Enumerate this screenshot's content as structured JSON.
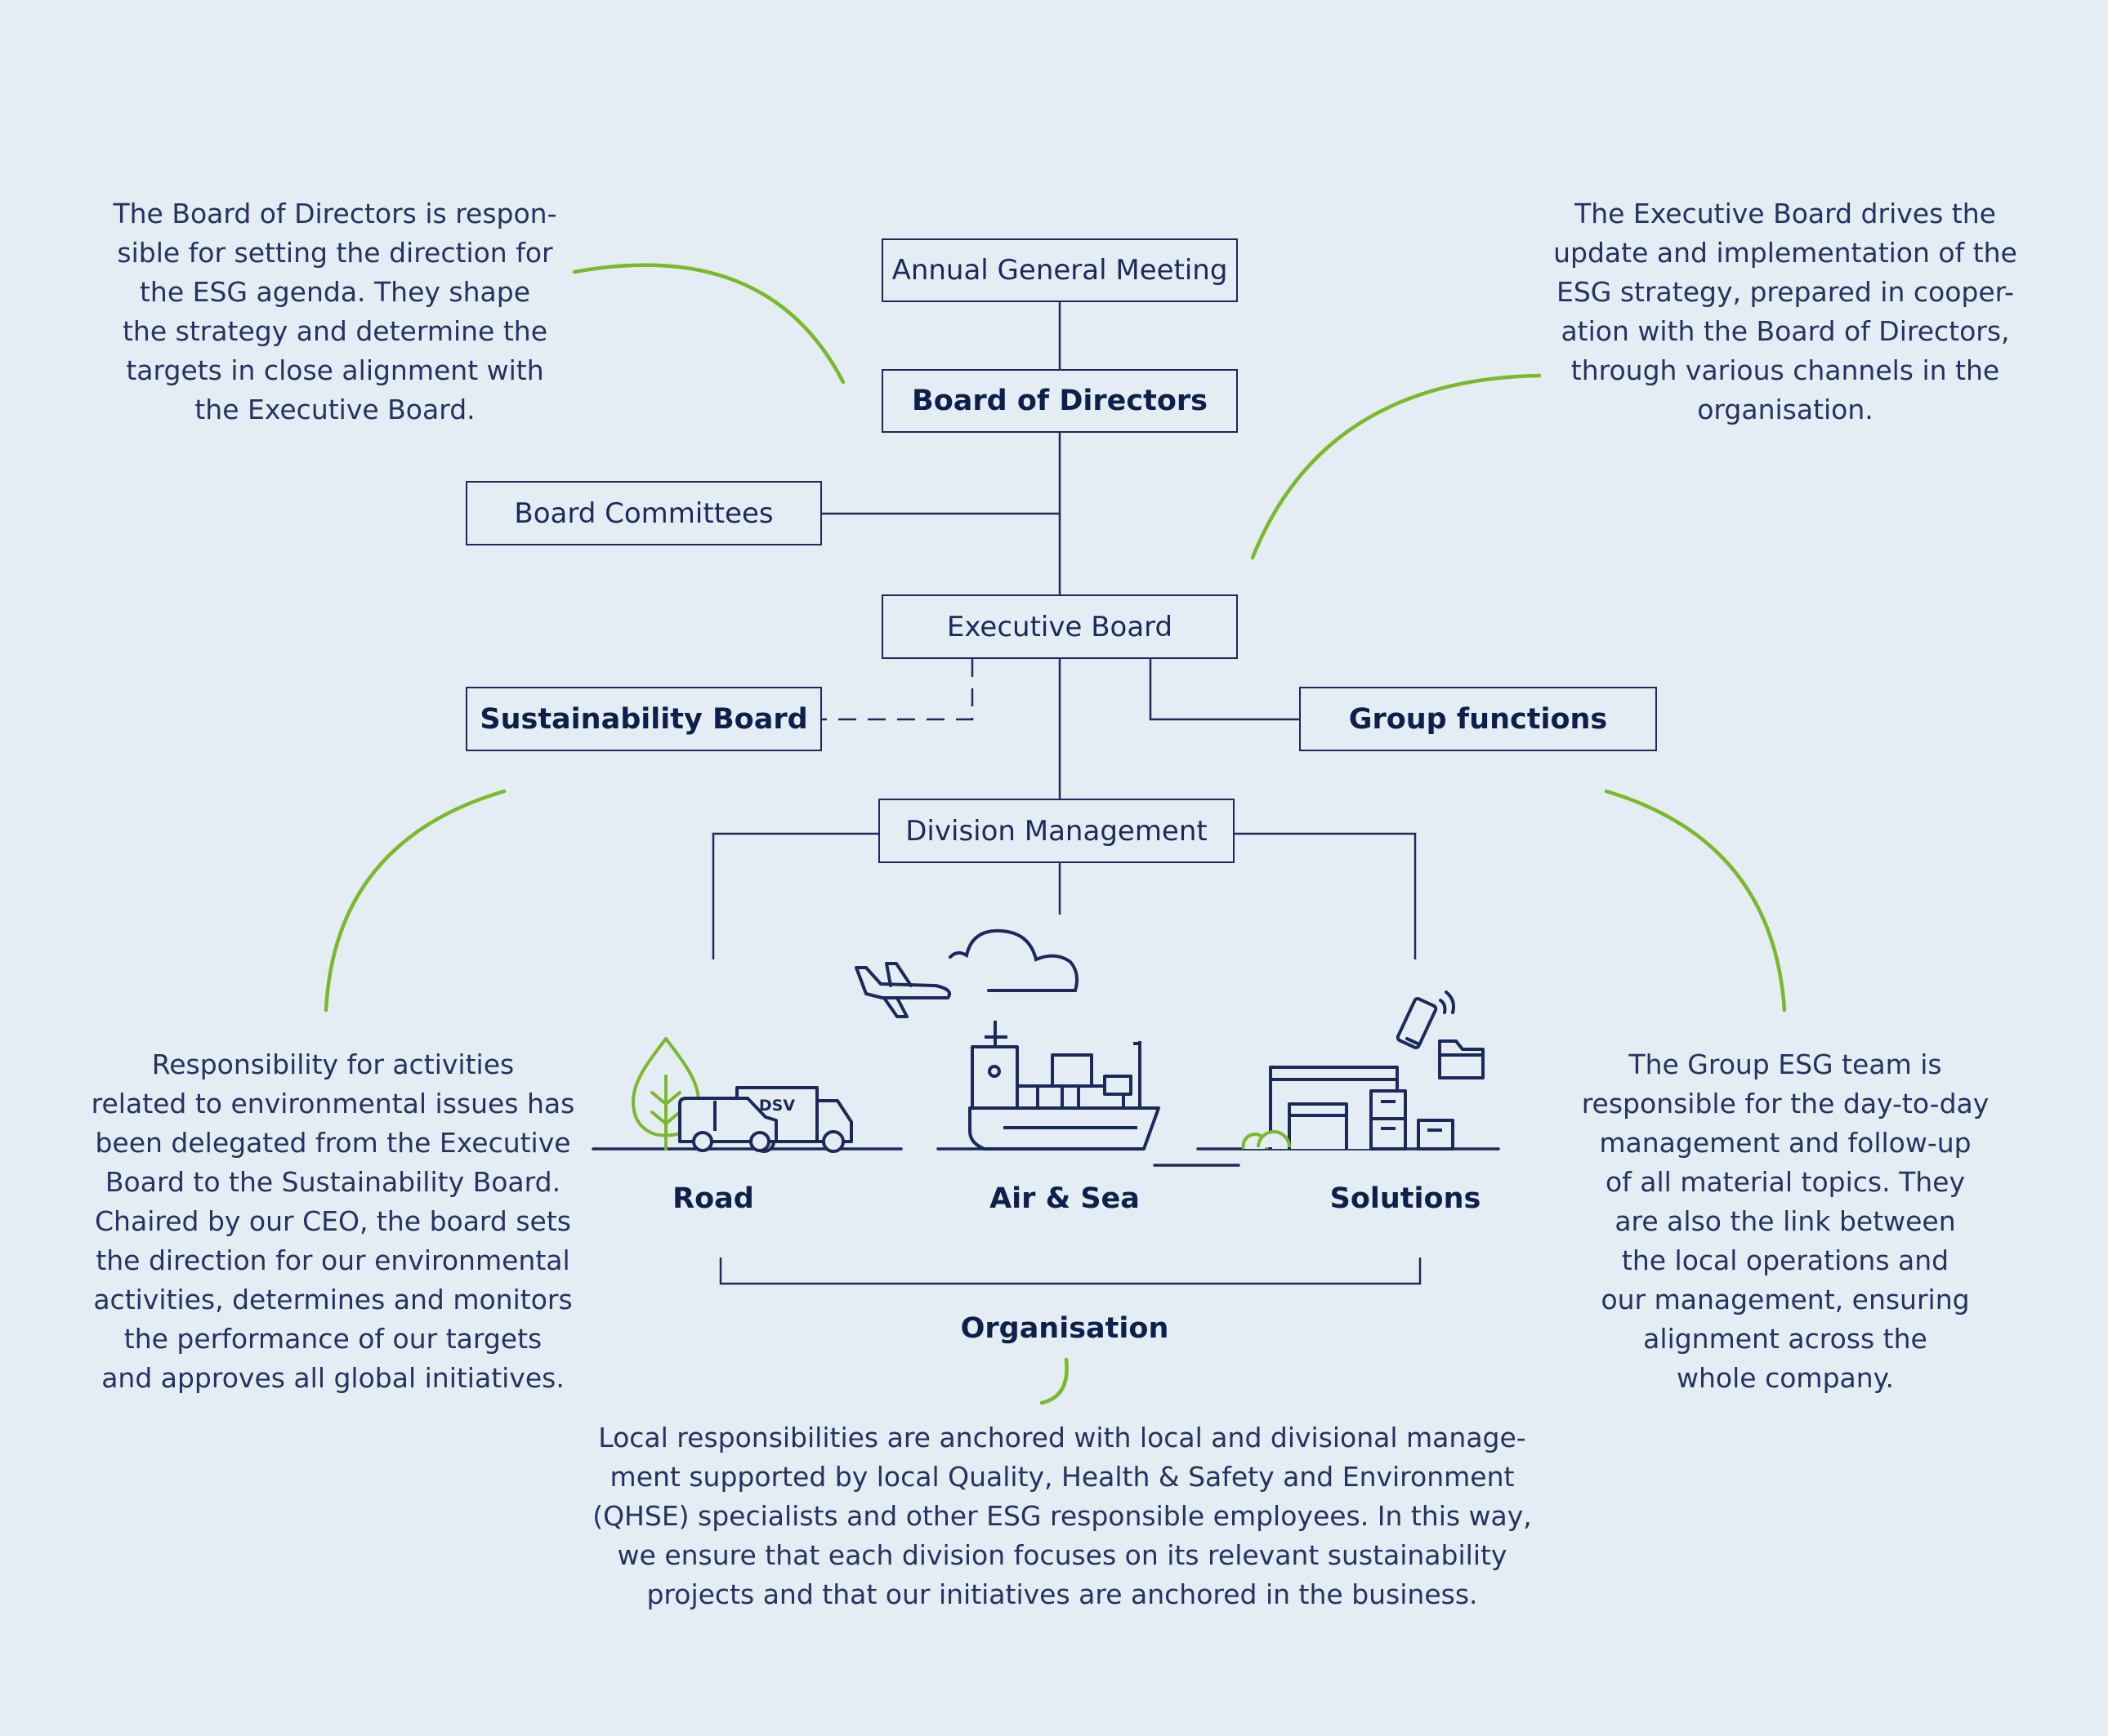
{
  "colors": {
    "background": "#e4ecf4",
    "navy": "#1b2a5a",
    "accent_green": "#7ab929"
  },
  "boxes": {
    "agm": "Annual General Meeting",
    "board_of_directors": "Board of Directors",
    "board_committees": "Board Committees",
    "executive_board": "Executive Board",
    "sustainability_board": "Sustainability Board",
    "group_functions": "Group functions",
    "division_management": "Division Management"
  },
  "divisions": {
    "road": "Road",
    "air_sea": "Air & Sea",
    "solutions": "Solutions",
    "organisation": "Organisation",
    "truck_label": "DSV"
  },
  "icons": [
    "tree-icon",
    "van-icon",
    "truck-icon",
    "airplane-icon",
    "cloud-icon",
    "cargo-ship-icon",
    "smartphone-icon",
    "folder-icon",
    "warehouse-icon",
    "bush-icon"
  ],
  "notes": {
    "board_of_directors": [
      "The Board of Directors is respon-",
      "sible for setting the direction for",
      "the ESG agenda. They shape",
      "the strategy and determine the",
      "targets in close alignment with",
      "the Executive Board."
    ],
    "executive_board": [
      "The Executive Board drives the",
      "update and implementation of the",
      "ESG strategy, prepared in cooper-",
      "ation with the Board of Directors,",
      "through various channels in the",
      "organisation."
    ],
    "sustainability_board": [
      "Responsibility for activities",
      "related to environmental issues has",
      "been delegated from the Executive",
      "Board to the Sustainability Board.",
      "Chaired by our CEO, the board sets",
      "the direction for our environmental",
      "activities, determines and monitors",
      "the performance of our targets",
      "and approves all global initiatives."
    ],
    "group_esg": [
      "The Group ESG team is",
      "responsible for the day-to-day",
      "management and follow-up",
      "of all material topics. They",
      "are also the link between",
      "the local operations and",
      "our management, ensuring",
      "alignment across the",
      "whole company."
    ],
    "local": [
      "Local responsibilities are anchored with local and divisional manage-",
      "ment supported by local Quality, Health & Safety and Environment",
      "(QHSE) specialists and other ESG responsible employees. In this way,",
      "we ensure that each division focuses on its relevant sustainability",
      "projects and that our initiatives are anchored in the business."
    ]
  }
}
